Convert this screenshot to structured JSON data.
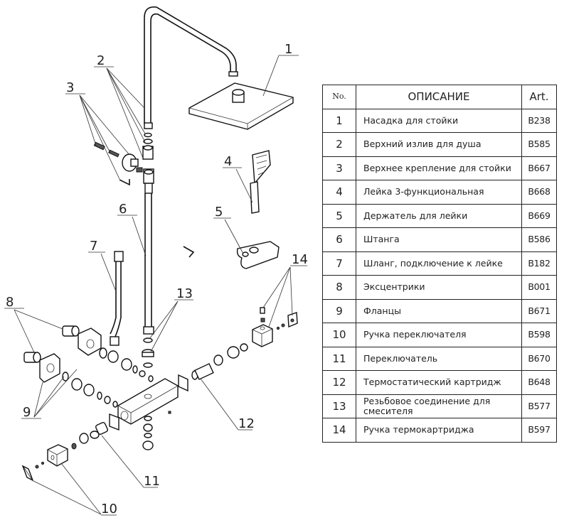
{
  "diagram": {
    "title": "Exploded view: shower column with thermostatic mixer",
    "callouts": [
      "1",
      "2",
      "3",
      "4",
      "5",
      "6",
      "7",
      "8",
      "9",
      "10",
      "11",
      "12",
      "13",
      "14"
    ]
  },
  "table": {
    "headers": {
      "no": "No.",
      "description": "ОПИСАНИЕ",
      "art": "Art."
    },
    "rows": [
      {
        "no": "1",
        "description": "Насадка для стойки",
        "art": "B238"
      },
      {
        "no": "2",
        "description": "Верхний излив для душа",
        "art": "B585"
      },
      {
        "no": "3",
        "description": "Верхнее крепление для стойки",
        "art": "B667"
      },
      {
        "no": "4",
        "description": "Лейка 3-функциональная",
        "art": "B668"
      },
      {
        "no": "5",
        "description": "Держатель для лейки",
        "art": "B669"
      },
      {
        "no": "6",
        "description": "Штанга",
        "art": "B586"
      },
      {
        "no": "7",
        "description": "Шланг, подключение к лейке",
        "art": "B182"
      },
      {
        "no": "8",
        "description": "Эксцентрики",
        "art": "B001"
      },
      {
        "no": "9",
        "description": "Фланцы",
        "art": "B671"
      },
      {
        "no": "10",
        "description": "Ручка переключателя",
        "art": "B598"
      },
      {
        "no": "11",
        "description": "Переключатель",
        "art": "B670"
      },
      {
        "no": "12",
        "description": "Термостатический картридж",
        "art": "B648"
      },
      {
        "no": "13",
        "description": "Резьбовое соединение для смесителя",
        "art": "B577"
      },
      {
        "no": "14",
        "description": "Ручка термокартриджа",
        "art": "B597"
      }
    ]
  }
}
